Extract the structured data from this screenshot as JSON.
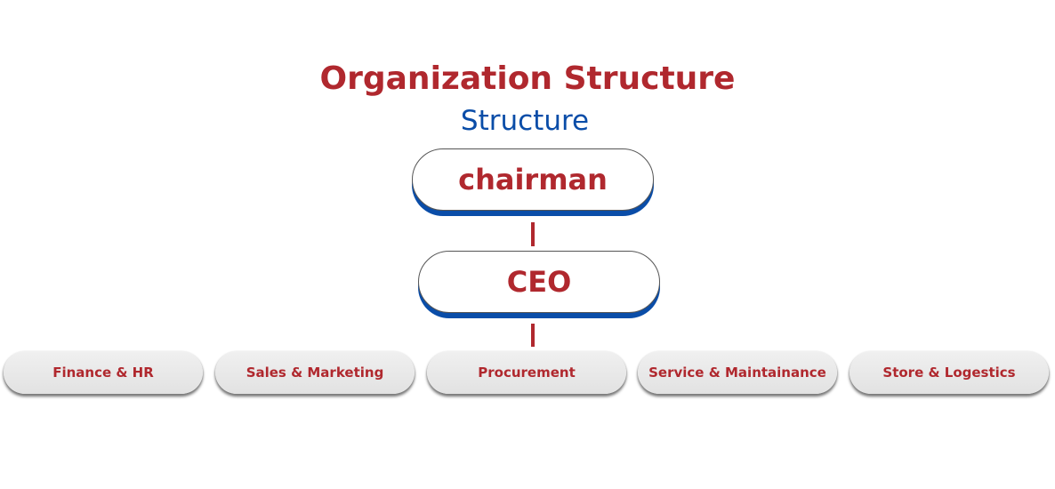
{
  "title": "Organization Structure",
  "subtitle": "Structure",
  "chairman": "chairman",
  "ceo": "CEO",
  "departments": [
    "Finance & HR",
    "Sales & Marketing",
    "Procurement",
    "Service & Maintainance",
    "Store & Logestics"
  ],
  "colors": {
    "red": "#b0282e",
    "blue": "#0a4da8"
  }
}
